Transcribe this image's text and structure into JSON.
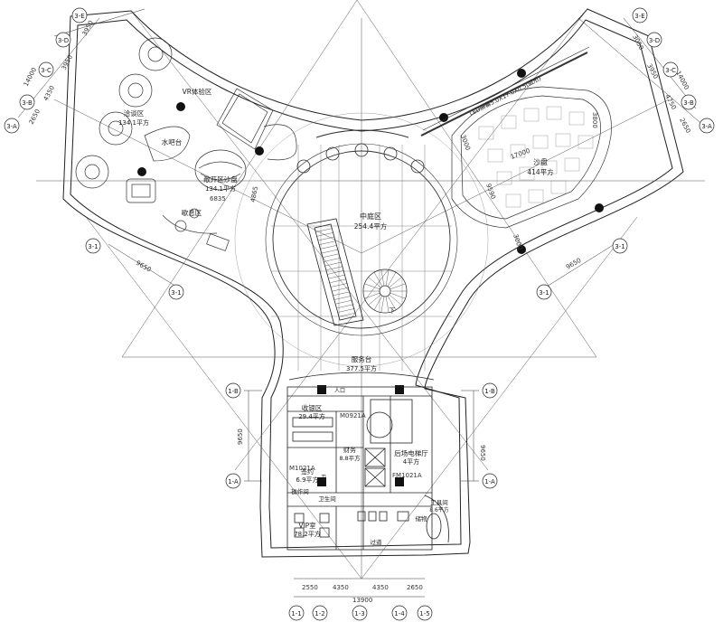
{
  "rooms": {
    "vr": "VR体验区",
    "discuss": "洽谈区",
    "water_bar": "水吧台",
    "open_sand": "敞开区沙盘",
    "open_sand_area": "134.1平方",
    "discuss_area": "134.1平方",
    "rest": "歇息区",
    "courtyard": "中庭区",
    "courtyard_area": "254.4平方",
    "sandtable": "沙盘",
    "sandtable_area": "414平方",
    "led": "LED屏幕5.0X17.0X0.5(弧形)",
    "service": "服务台",
    "service_area": "377.5平方",
    "stair_down": "下",
    "receipt": "收银区",
    "receipt_area": "29.4平方",
    "finance": "财务",
    "finance_area": "8.8平方",
    "elevator": "后场电梯厅",
    "elevator_area": "4平方",
    "signing": "签约",
    "signing_area": "6.9平方",
    "operation": "操作间",
    "toilet": "卫生间",
    "vip": "VIP室",
    "vip_area": "78.2平方",
    "tool": "工具间",
    "tool_area": "8.6平方",
    "storage": "储物",
    "corridor": "过道",
    "marker_a": "人口",
    "marker_b": "卫"
  },
  "axes": {
    "a3E": "3-E",
    "a3D": "3-D",
    "a3C": "3-C",
    "a3B": "3-B",
    "a3A": "3-A",
    "a3_1": "3-1",
    "a1B": "1-B",
    "a1A": "1-A",
    "a1_1": "1-1",
    "a1_2": "1-2",
    "a1_3": "1-3",
    "a1_4": "1-4",
    "a1_5": "1-5"
  },
  "dims": {
    "d3950": "3950",
    "d4350": "4350",
    "d2650": "2650",
    "d3050": "3050",
    "d14000": "14000",
    "d4750": "4750",
    "d9650": "9650",
    "b2550": "2550",
    "b4350": "4350",
    "b4350b": "4350",
    "b2650": "2650",
    "b13900": "13900",
    "d3800": "3800",
    "d17000": "17000",
    "d3000": "3000",
    "d9590": "9590",
    "d6835": "6835",
    "d4865": "4865",
    "m1": "M1021A",
    "m2": "M0921A",
    "m3": "FM1021A"
  }
}
